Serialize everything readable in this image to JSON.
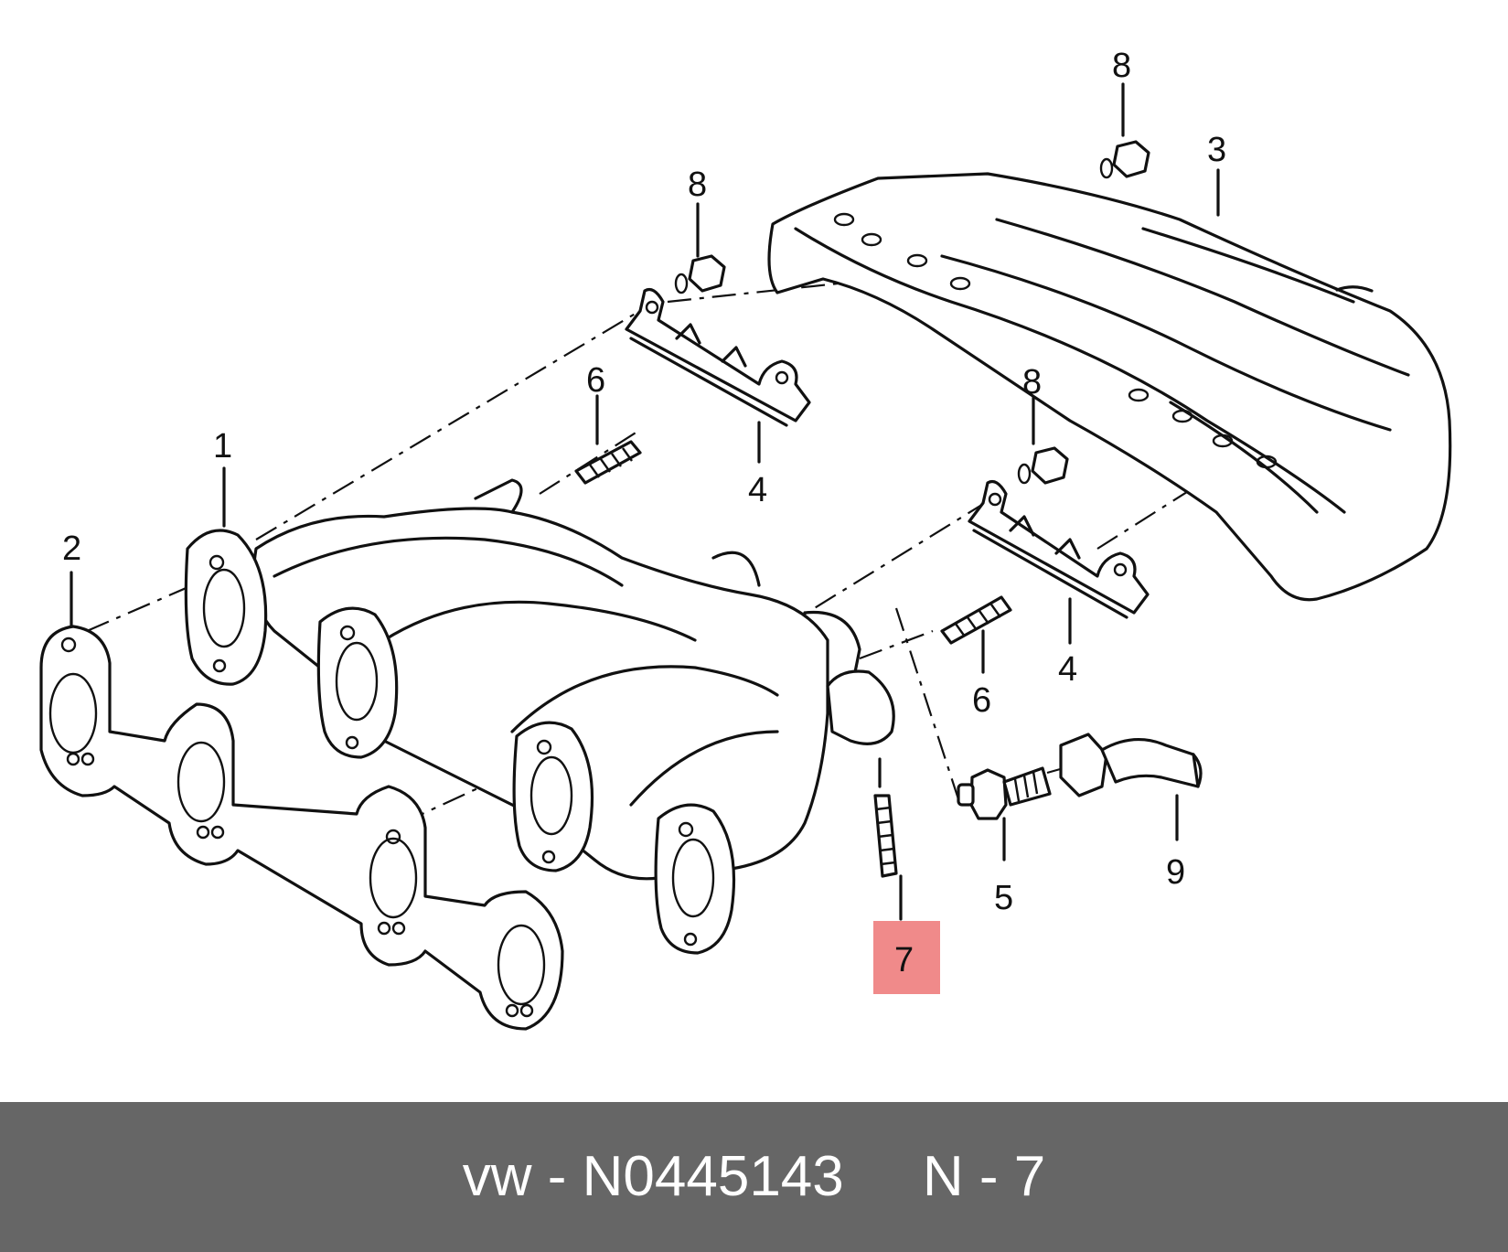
{
  "callouts": {
    "c1": "1",
    "c2": "2",
    "c3": "3",
    "c4a": "4",
    "c4b": "4",
    "c5": "5",
    "c6a": "6",
    "c6b": "6",
    "c7": "7",
    "c8a": "8",
    "c8b": "8",
    "c8c": "8",
    "c9": "9"
  },
  "footer": {
    "text": "vw - N0445143     N - 7"
  },
  "colors": {
    "highlight": "#f08a8a",
    "footer_bg": "#666666",
    "footer_text": "#ffffff"
  }
}
